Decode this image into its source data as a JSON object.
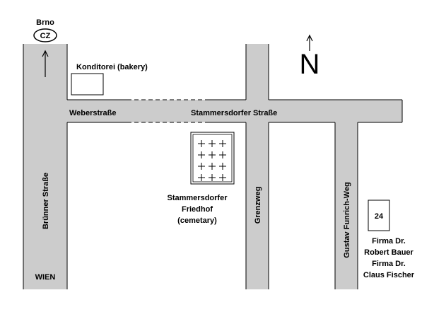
{
  "colors": {
    "road": "#cccccc",
    "stroke": "#000000",
    "background": "#ffffff"
  },
  "labels": {
    "brno": "Brno",
    "cz_badge": "CZ",
    "bakery": "Konditorei (bakery)",
    "weberstrasse": "Weberstraße",
    "stammersdorfer_strasse": "Stammersdorfer Straße",
    "north": "N",
    "cemetery_line1": "Stammersdorfer",
    "cemetery_line2": "Friedhof",
    "cemetery_line3": "(cemetary)",
    "bruenner_strasse": "Brünner Straße",
    "grenzweg": "Grenzweg",
    "gustav_funrich_weg": "Gustav Funrich-Weg",
    "building_number": "24",
    "firm_line1": "Firma Dr.",
    "firm_line2": "Robert Bauer",
    "firm_line3": "Firma Dr.",
    "firm_line4": "Claus Fischer",
    "wien": "WIEN"
  },
  "icons": {
    "north_arrow": "north-arrow-icon",
    "direction_arrow": "arrow-up-icon",
    "cemetery_cross": "cross-icon"
  }
}
